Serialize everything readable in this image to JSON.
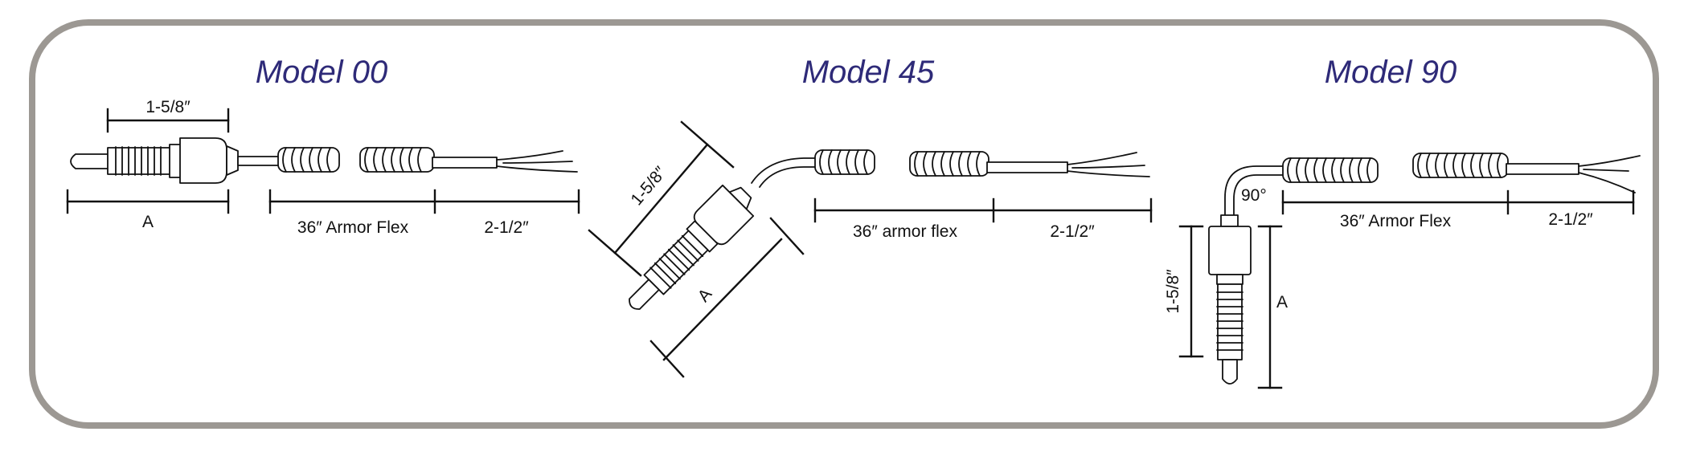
{
  "colors": {
    "title": "#2e2a78",
    "frame_border": "#9c9893",
    "ink": "#111111"
  },
  "models": [
    {
      "title": "Model 00",
      "dimensions": {
        "probe_length": "1-5/8″",
        "overall_probe": "A",
        "armor_flex": "36″ Armor Flex",
        "lead_length": "2-1/2″"
      }
    },
    {
      "title": "Model 45",
      "dimensions": {
        "probe_length": "1-5/8″",
        "overall_probe": "A",
        "armor_flex": "36″ armor flex",
        "lead_length": "2-1/2″"
      }
    },
    {
      "title": "Model 90",
      "dimensions": {
        "angle": "90°",
        "probe_length": "1-5/8″",
        "overall_probe": "A",
        "armor_flex": "36″ Armor Flex",
        "lead_length": "2-1/2″"
      }
    }
  ]
}
